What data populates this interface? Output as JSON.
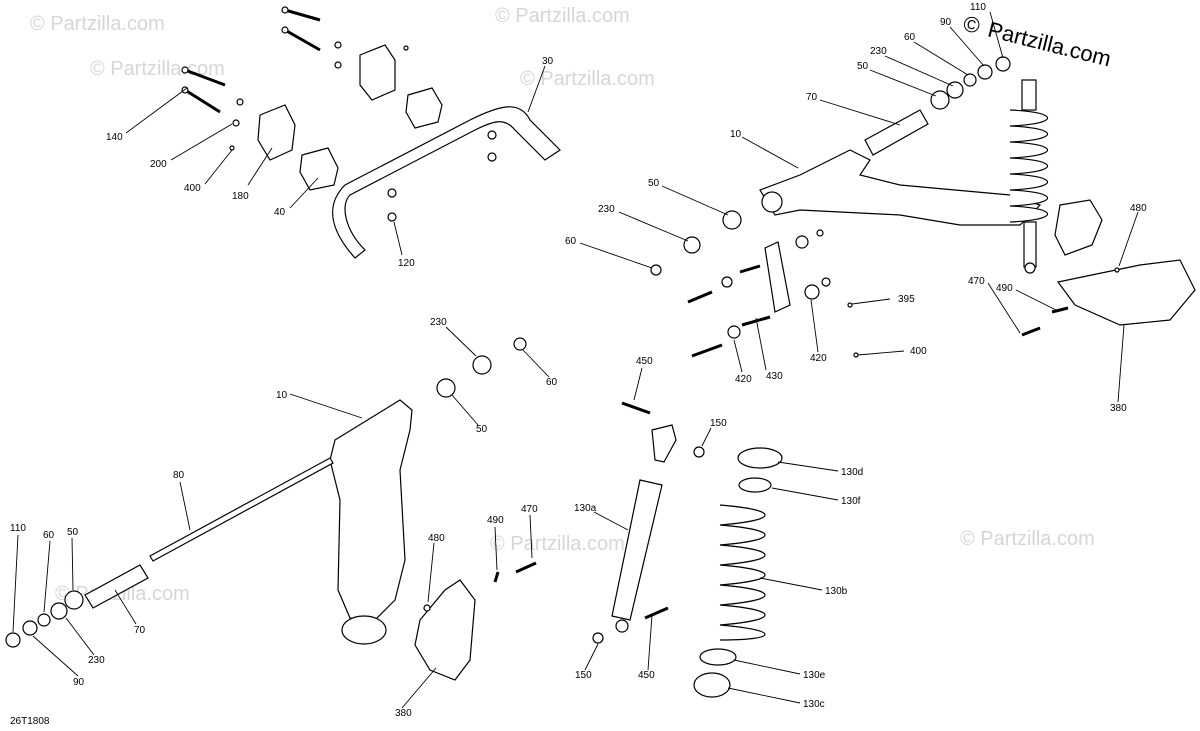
{
  "brand": {
    "symbol": "©",
    "name": "Partzilla.com"
  },
  "watermark": "© Partzilla.com",
  "diagram_code": "26T1808",
  "callouts": [
    {
      "id": "c140",
      "text": "140"
    },
    {
      "id": "c200",
      "text": "200"
    },
    {
      "id": "c400a",
      "text": "400"
    },
    {
      "id": "c180",
      "text": "180"
    },
    {
      "id": "c40",
      "text": "40"
    },
    {
      "id": "c30",
      "text": "30"
    },
    {
      "id": "c120",
      "text": "120"
    },
    {
      "id": "c110a",
      "text": "110"
    },
    {
      "id": "c90a",
      "text": "90"
    },
    {
      "id": "c60a",
      "text": "60"
    },
    {
      "id": "c230a",
      "text": "230"
    },
    {
      "id": "c50a",
      "text": "50"
    },
    {
      "id": "c70a",
      "text": "70"
    },
    {
      "id": "c10a",
      "text": "10"
    },
    {
      "id": "c50b",
      "text": "50"
    },
    {
      "id": "c230b",
      "text": "230"
    },
    {
      "id": "c60b",
      "text": "60"
    },
    {
      "id": "c480a",
      "text": "480"
    },
    {
      "id": "c490a",
      "text": "490"
    },
    {
      "id": "c470a",
      "text": "470"
    },
    {
      "id": "c395",
      "text": "395"
    },
    {
      "id": "c420a",
      "text": "420"
    },
    {
      "id": "c400b",
      "text": "400"
    },
    {
      "id": "c420b",
      "text": "420"
    },
    {
      "id": "c430",
      "text": "430"
    },
    {
      "id": "c380a",
      "text": "380"
    },
    {
      "id": "c230c",
      "text": "230"
    },
    {
      "id": "c60c",
      "text": "60"
    },
    {
      "id": "c50c",
      "text": "50"
    },
    {
      "id": "c10b",
      "text": "10"
    },
    {
      "id": "c80",
      "text": "80"
    },
    {
      "id": "c110b",
      "text": "110"
    },
    {
      "id": "c60d",
      "text": "60"
    },
    {
      "id": "c50d",
      "text": "50"
    },
    {
      "id": "c70b",
      "text": "70"
    },
    {
      "id": "c230d",
      "text": "230"
    },
    {
      "id": "c90b",
      "text": "90"
    },
    {
      "id": "c480b",
      "text": "480"
    },
    {
      "id": "c490b",
      "text": "490"
    },
    {
      "id": "c470b",
      "text": "470"
    },
    {
      "id": "c380b",
      "text": "380"
    },
    {
      "id": "c450a",
      "text": "450"
    },
    {
      "id": "c150a",
      "text": "150"
    },
    {
      "id": "c130a",
      "text": "130a"
    },
    {
      "id": "c130d",
      "text": "130d"
    },
    {
      "id": "c130f",
      "text": "130f"
    },
    {
      "id": "c130b",
      "text": "130b"
    },
    {
      "id": "c450b",
      "text": "450"
    },
    {
      "id": "c150b",
      "text": "150"
    },
    {
      "id": "c130e",
      "text": "130e"
    },
    {
      "id": "c130c",
      "text": "130c"
    }
  ]
}
